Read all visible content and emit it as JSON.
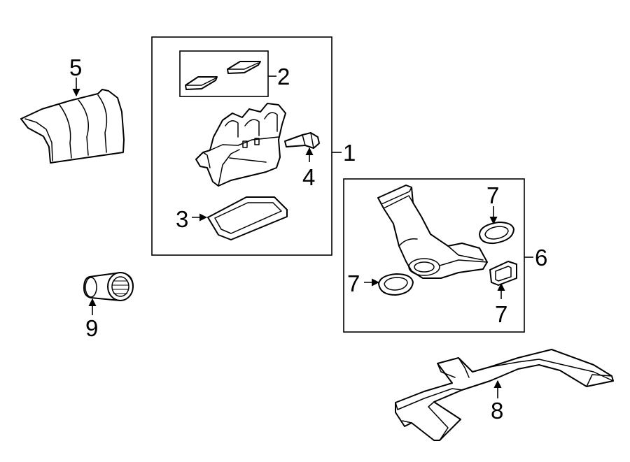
{
  "colors": {
    "line": "#000000",
    "background": "#ffffff"
  },
  "callouts": {
    "c1": "1",
    "c2": "2",
    "c3": "3",
    "c4": "4",
    "c5": "5",
    "c6": "6",
    "c7a": "7",
    "c7b": "7",
    "c7c": "7",
    "c8": "8",
    "c9": "9"
  }
}
